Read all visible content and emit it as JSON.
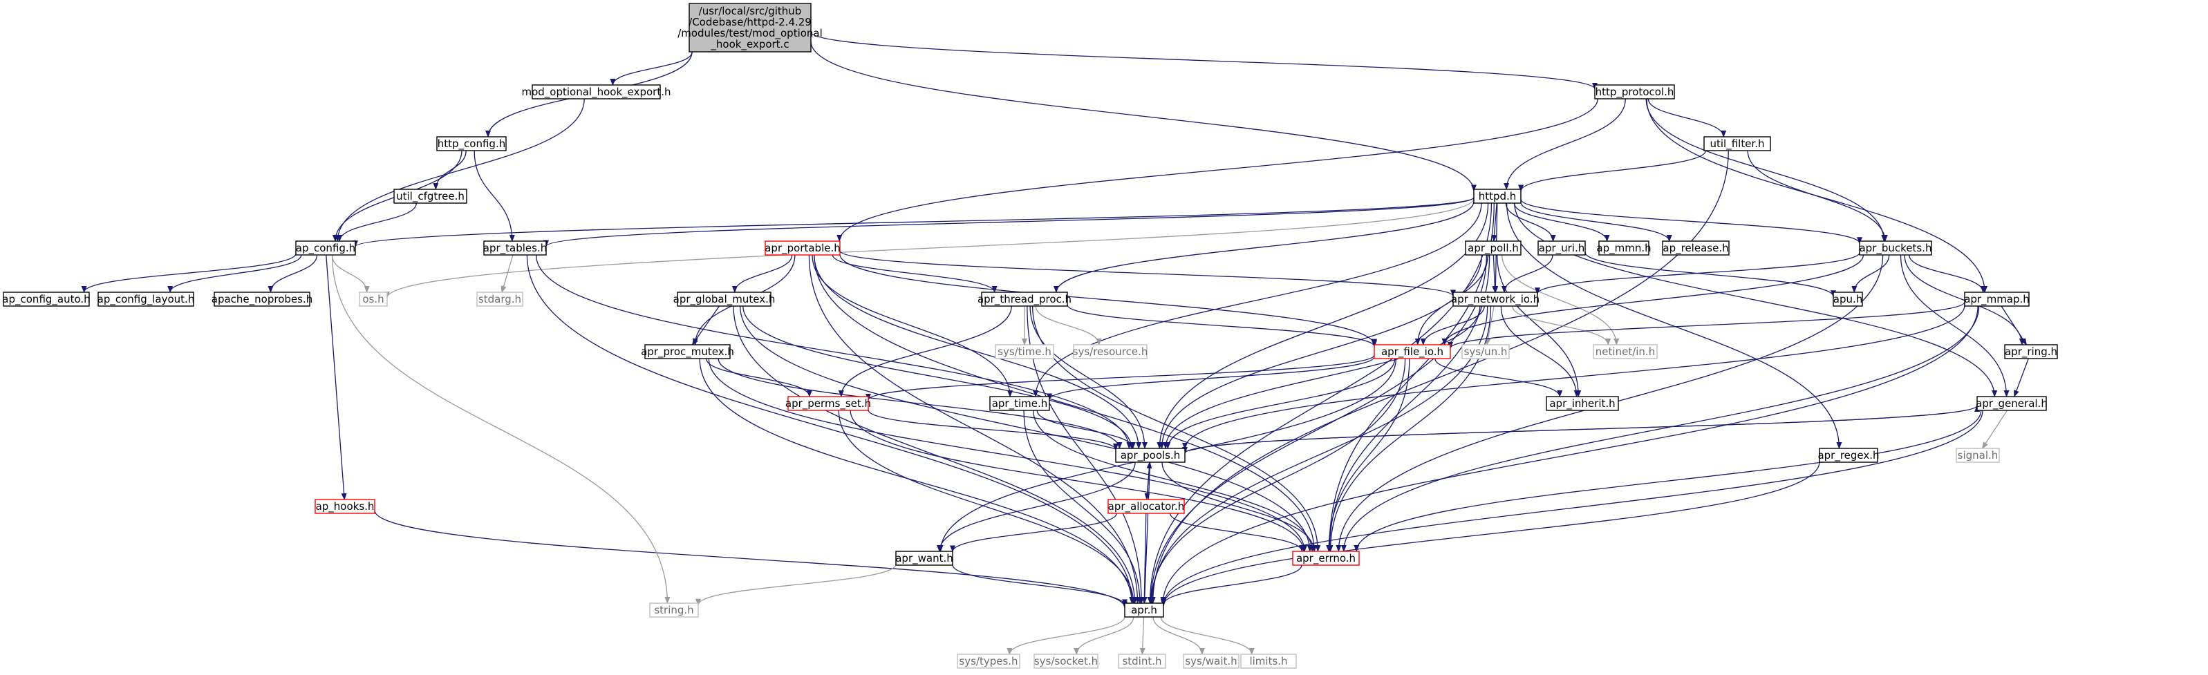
{
  "graph": {
    "root": {
      "lines": [
        "/usr/local/src/github",
        "/Codebase/httpd-2.4.29",
        "/modules/test/mod_optional",
        "_hook_export.c"
      ]
    },
    "colors": {
      "edge": "#191970",
      "sys_edge": "#9a9a9a",
      "root_fill": "#bfbfbf",
      "normal_border": "#000000",
      "truncated_border": "#ff0000",
      "sys_border": "#bfbfbf",
      "sys_text": "#6e6e6e"
    },
    "nodes": [
      {
        "id": "mod_hook",
        "label": "mod_optional_hook_export.h",
        "kind": "normal"
      },
      {
        "id": "http_protocol",
        "label": "http_protocol.h",
        "kind": "normal"
      },
      {
        "id": "http_config",
        "label": "http_config.h",
        "kind": "normal"
      },
      {
        "id": "util_filter",
        "label": "util_filter.h",
        "kind": "normal"
      },
      {
        "id": "util_cfgtree",
        "label": "util_cfgtree.h",
        "kind": "normal"
      },
      {
        "id": "httpd",
        "label": "httpd.h",
        "kind": "normal"
      },
      {
        "id": "ap_config",
        "label": "ap_config.h",
        "kind": "normal"
      },
      {
        "id": "apr_tables",
        "label": "apr_tables.h",
        "kind": "normal"
      },
      {
        "id": "apr_portable",
        "label": "apr_portable.h",
        "kind": "truncated"
      },
      {
        "id": "apr_poll",
        "label": "apr_poll.h",
        "kind": "normal"
      },
      {
        "id": "apr_uri",
        "label": "apr_uri.h",
        "kind": "normal"
      },
      {
        "id": "ap_mmn",
        "label": "ap_mmn.h",
        "kind": "normal"
      },
      {
        "id": "ap_release",
        "label": "ap_release.h",
        "kind": "normal"
      },
      {
        "id": "apr_buckets",
        "label": "apr_buckets.h",
        "kind": "normal"
      },
      {
        "id": "ap_config_auto",
        "label": "ap_config_auto.h",
        "kind": "normal"
      },
      {
        "id": "ap_config_layout",
        "label": "ap_config_layout.h",
        "kind": "normal"
      },
      {
        "id": "apache_noprobes",
        "label": "apache_noprobes.h",
        "kind": "normal"
      },
      {
        "id": "os",
        "label": "os.h",
        "kind": "sys"
      },
      {
        "id": "stdarg",
        "label": "stdarg.h",
        "kind": "sys"
      },
      {
        "id": "apr_global_mutex",
        "label": "apr_global_mutex.h",
        "kind": "normal"
      },
      {
        "id": "apr_thread_proc",
        "label": "apr_thread_proc.h",
        "kind": "normal"
      },
      {
        "id": "apr_network_io",
        "label": "apr_network_io.h",
        "kind": "normal"
      },
      {
        "id": "apu",
        "label": "apu.h",
        "kind": "normal"
      },
      {
        "id": "apr_mmap",
        "label": "apr_mmap.h",
        "kind": "normal"
      },
      {
        "id": "apr_proc_mutex",
        "label": "apr_proc_mutex.h",
        "kind": "normal"
      },
      {
        "id": "sys_time",
        "label": "sys/time.h",
        "kind": "sys"
      },
      {
        "id": "sys_resource",
        "label": "sys/resource.h",
        "kind": "sys"
      },
      {
        "id": "apr_file_io",
        "label": "apr_file_io.h",
        "kind": "truncated"
      },
      {
        "id": "sys_un",
        "label": "sys/un.h",
        "kind": "sys"
      },
      {
        "id": "netinet_in",
        "label": "netinet/in.h",
        "kind": "sys"
      },
      {
        "id": "apr_ring",
        "label": "apr_ring.h",
        "kind": "normal"
      },
      {
        "id": "apr_perms_set",
        "label": "apr_perms_set.h",
        "kind": "truncated"
      },
      {
        "id": "apr_time",
        "label": "apr_time.h",
        "kind": "normal"
      },
      {
        "id": "apr_inherit",
        "label": "apr_inherit.h",
        "kind": "normal"
      },
      {
        "id": "apr_general",
        "label": "apr_general.h",
        "kind": "normal"
      },
      {
        "id": "apr_pools",
        "label": "apr_pools.h",
        "kind": "normal"
      },
      {
        "id": "signal",
        "label": "signal.h",
        "kind": "sys"
      },
      {
        "id": "apr_regex",
        "label": "apr_regex.h",
        "kind": "normal"
      },
      {
        "id": "ap_hooks",
        "label": "ap_hooks.h",
        "kind": "truncated"
      },
      {
        "id": "apr_allocator",
        "label": "apr_allocator.h",
        "kind": "truncated"
      },
      {
        "id": "apr_want",
        "label": "apr_want.h",
        "kind": "normal"
      },
      {
        "id": "apr_errno",
        "label": "apr_errno.h",
        "kind": "truncated"
      },
      {
        "id": "string",
        "label": "string.h",
        "kind": "sys"
      },
      {
        "id": "apr",
        "label": "apr.h",
        "kind": "normal"
      },
      {
        "id": "sys_types",
        "label": "sys/types.h",
        "kind": "sys"
      },
      {
        "id": "sys_socket",
        "label": "sys/socket.h",
        "kind": "sys"
      },
      {
        "id": "stdint",
        "label": "stdint.h",
        "kind": "sys"
      },
      {
        "id": "sys_wait",
        "label": "sys/wait.h",
        "kind": "sys"
      },
      {
        "id": "limits",
        "label": "limits.h",
        "kind": "sys"
      }
    ],
    "edges": [
      [
        "root",
        "mod_hook"
      ],
      [
        "root",
        "http_config"
      ],
      [
        "root",
        "http_protocol"
      ],
      [
        "root",
        "httpd"
      ],
      [
        "mod_hook",
        "ap_config"
      ],
      [
        "http_config",
        "util_cfgtree"
      ],
      [
        "http_config",
        "ap_config"
      ],
      [
        "http_config",
        "apr_tables"
      ],
      [
        "util_cfgtree",
        "ap_config"
      ],
      [
        "http_protocol",
        "httpd"
      ],
      [
        "http_protocol",
        "util_filter"
      ],
      [
        "http_protocol",
        "apr_portable"
      ],
      [
        "http_protocol",
        "apr_buckets"
      ],
      [
        "http_protocol",
        "apr_mmap"
      ],
      [
        "util_filter",
        "httpd"
      ],
      [
        "util_filter",
        "apr_buckets"
      ],
      [
        "util_filter",
        "apr"
      ],
      [
        "httpd",
        "ap_config"
      ],
      [
        "httpd",
        "os"
      ],
      [
        "httpd",
        "apr_tables"
      ],
      [
        "httpd",
        "apr_poll"
      ],
      [
        "httpd",
        "apr_uri"
      ],
      [
        "httpd",
        "ap_mmn"
      ],
      [
        "httpd",
        "ap_release"
      ],
      [
        "httpd",
        "apr_buckets"
      ],
      [
        "httpd",
        "apr_thread_proc"
      ],
      [
        "httpd",
        "apr_network_io"
      ],
      [
        "httpd",
        "apr_time"
      ],
      [
        "httpd",
        "apr_pools"
      ],
      [
        "httpd",
        "apr_general"
      ],
      [
        "httpd",
        "apr_regex"
      ],
      [
        "httpd",
        "apr_errno"
      ],
      [
        "httpd",
        "apr"
      ],
      [
        "ap_config",
        "ap_config_auto"
      ],
      [
        "ap_config",
        "ap_config_layout"
      ],
      [
        "ap_config",
        "apache_noprobes"
      ],
      [
        "ap_config",
        "os"
      ],
      [
        "ap_config",
        "ap_hooks"
      ],
      [
        "apr_tables",
        "stdarg"
      ],
      [
        "apr_tables",
        "apr_pools"
      ],
      [
        "apr_tables",
        "apr"
      ],
      [
        "apr_portable",
        "apr_global_mutex"
      ],
      [
        "apr_portable",
        "apr_thread_proc"
      ],
      [
        "apr_portable",
        "apr_network_io"
      ],
      [
        "apr_portable",
        "apr_file_io"
      ],
      [
        "apr_portable",
        "apr_proc_mutex"
      ],
      [
        "apr_portable",
        "apr_time"
      ],
      [
        "apr_portable",
        "apr_pools"
      ],
      [
        "apr_portable",
        "apr_errno"
      ],
      [
        "apr_portable",
        "apr"
      ],
      [
        "apr_poll",
        "apr_network_io"
      ],
      [
        "apr_poll",
        "apr_file_io"
      ],
      [
        "apr_poll",
        "apr_pools"
      ],
      [
        "apr_poll",
        "apr_errno"
      ],
      [
        "apr_poll",
        "apr_inherit"
      ],
      [
        "apr_poll",
        "netinet_in"
      ],
      [
        "apr_poll",
        "apr"
      ],
      [
        "apr_uri",
        "apr_network_io"
      ],
      [
        "apr_uri",
        "apu"
      ],
      [
        "apr_buckets",
        "apu"
      ],
      [
        "apr_buckets",
        "apr_network_io"
      ],
      [
        "apr_buckets",
        "apr_file_io"
      ],
      [
        "apr_buckets",
        "apr_mmap"
      ],
      [
        "apr_buckets",
        "apr_ring"
      ],
      [
        "apr_buckets",
        "apr_general"
      ],
      [
        "apr_buckets",
        "apr_errno"
      ],
      [
        "apr_global_mutex",
        "apr_proc_mutex"
      ],
      [
        "apr_global_mutex",
        "apr_pools"
      ],
      [
        "apr_global_mutex",
        "apr_errno"
      ],
      [
        "apr_global_mutex",
        "apr"
      ],
      [
        "apr_thread_proc",
        "sys_time"
      ],
      [
        "apr_thread_proc",
        "sys_resource"
      ],
      [
        "apr_thread_proc",
        "apr_file_io"
      ],
      [
        "apr_thread_proc",
        "apr_perms_set"
      ],
      [
        "apr_thread_proc",
        "apr_pools"
      ],
      [
        "apr_thread_proc",
        "apr_errno"
      ],
      [
        "apr_thread_proc",
        "apr"
      ],
      [
        "apr_network_io",
        "sys_un"
      ],
      [
        "apr_network_io",
        "netinet_in"
      ],
      [
        "apr_network_io",
        "apr_file_io"
      ],
      [
        "apr_network_io",
        "apr_inherit"
      ],
      [
        "apr_network_io",
        "apr_pools"
      ],
      [
        "apr_network_io",
        "apr_errno"
      ],
      [
        "apr_network_io",
        "apr"
      ],
      [
        "apr_mmap",
        "apr_ring"
      ],
      [
        "apr_mmap",
        "apr_file_io"
      ],
      [
        "apr_mmap",
        "apr_pools"
      ],
      [
        "apr_mmap",
        "apr_errno"
      ],
      [
        "apr_mmap",
        "apr"
      ],
      [
        "apr_proc_mutex",
        "apr_perms_set"
      ],
      [
        "apr_proc_mutex",
        "apr_pools"
      ],
      [
        "apr_proc_mutex",
        "apr_errno"
      ],
      [
        "apr_proc_mutex",
        "apr"
      ],
      [
        "apr_file_io",
        "apr_perms_set"
      ],
      [
        "apr_file_io",
        "apr_time"
      ],
      [
        "apr_file_io",
        "apr_inherit"
      ],
      [
        "apr_file_io",
        "apr_pools"
      ],
      [
        "apr_file_io",
        "apr_errno"
      ],
      [
        "apr_file_io",
        "apr"
      ],
      [
        "apr_file_io",
        "apr_want"
      ],
      [
        "apr_ring",
        "apr_general"
      ],
      [
        "apr_perms_set",
        "apr_pools"
      ],
      [
        "apr_perms_set",
        "apr_errno"
      ],
      [
        "apr_perms_set",
        "apr"
      ],
      [
        "apr_time",
        "apr_pools"
      ],
      [
        "apr_time",
        "apr_errno"
      ],
      [
        "apr_time",
        "apr"
      ],
      [
        "apr_general",
        "apr_pools"
      ],
      [
        "apr_general",
        "signal"
      ],
      [
        "apr_general",
        "apr_errno"
      ],
      [
        "apr_general",
        "apr"
      ],
      [
        "apr_pools",
        "apr_general"
      ],
      [
        "apr_pools",
        "apr_allocator"
      ],
      [
        "apr_pools",
        "apr_want"
      ],
      [
        "apr_pools",
        "apr_errno"
      ],
      [
        "apr_pools",
        "apr"
      ],
      [
        "apr_regex",
        "apr"
      ],
      [
        "ap_hooks",
        "apr"
      ],
      [
        "apr_allocator",
        "apr_pools"
      ],
      [
        "apr_allocator",
        "apr_want"
      ],
      [
        "apr_allocator",
        "apr_errno"
      ],
      [
        "apr_allocator",
        "apr"
      ],
      [
        "apr_want",
        "string"
      ],
      [
        "apr_want",
        "apr"
      ],
      [
        "apr_errno",
        "apr"
      ],
      [
        "ap_config",
        "string"
      ],
      [
        "apr",
        "sys_types"
      ],
      [
        "apr",
        "sys_socket"
      ],
      [
        "apr",
        "stdint"
      ],
      [
        "apr",
        "sys_wait"
      ],
      [
        "apr",
        "limits"
      ]
    ]
  }
}
